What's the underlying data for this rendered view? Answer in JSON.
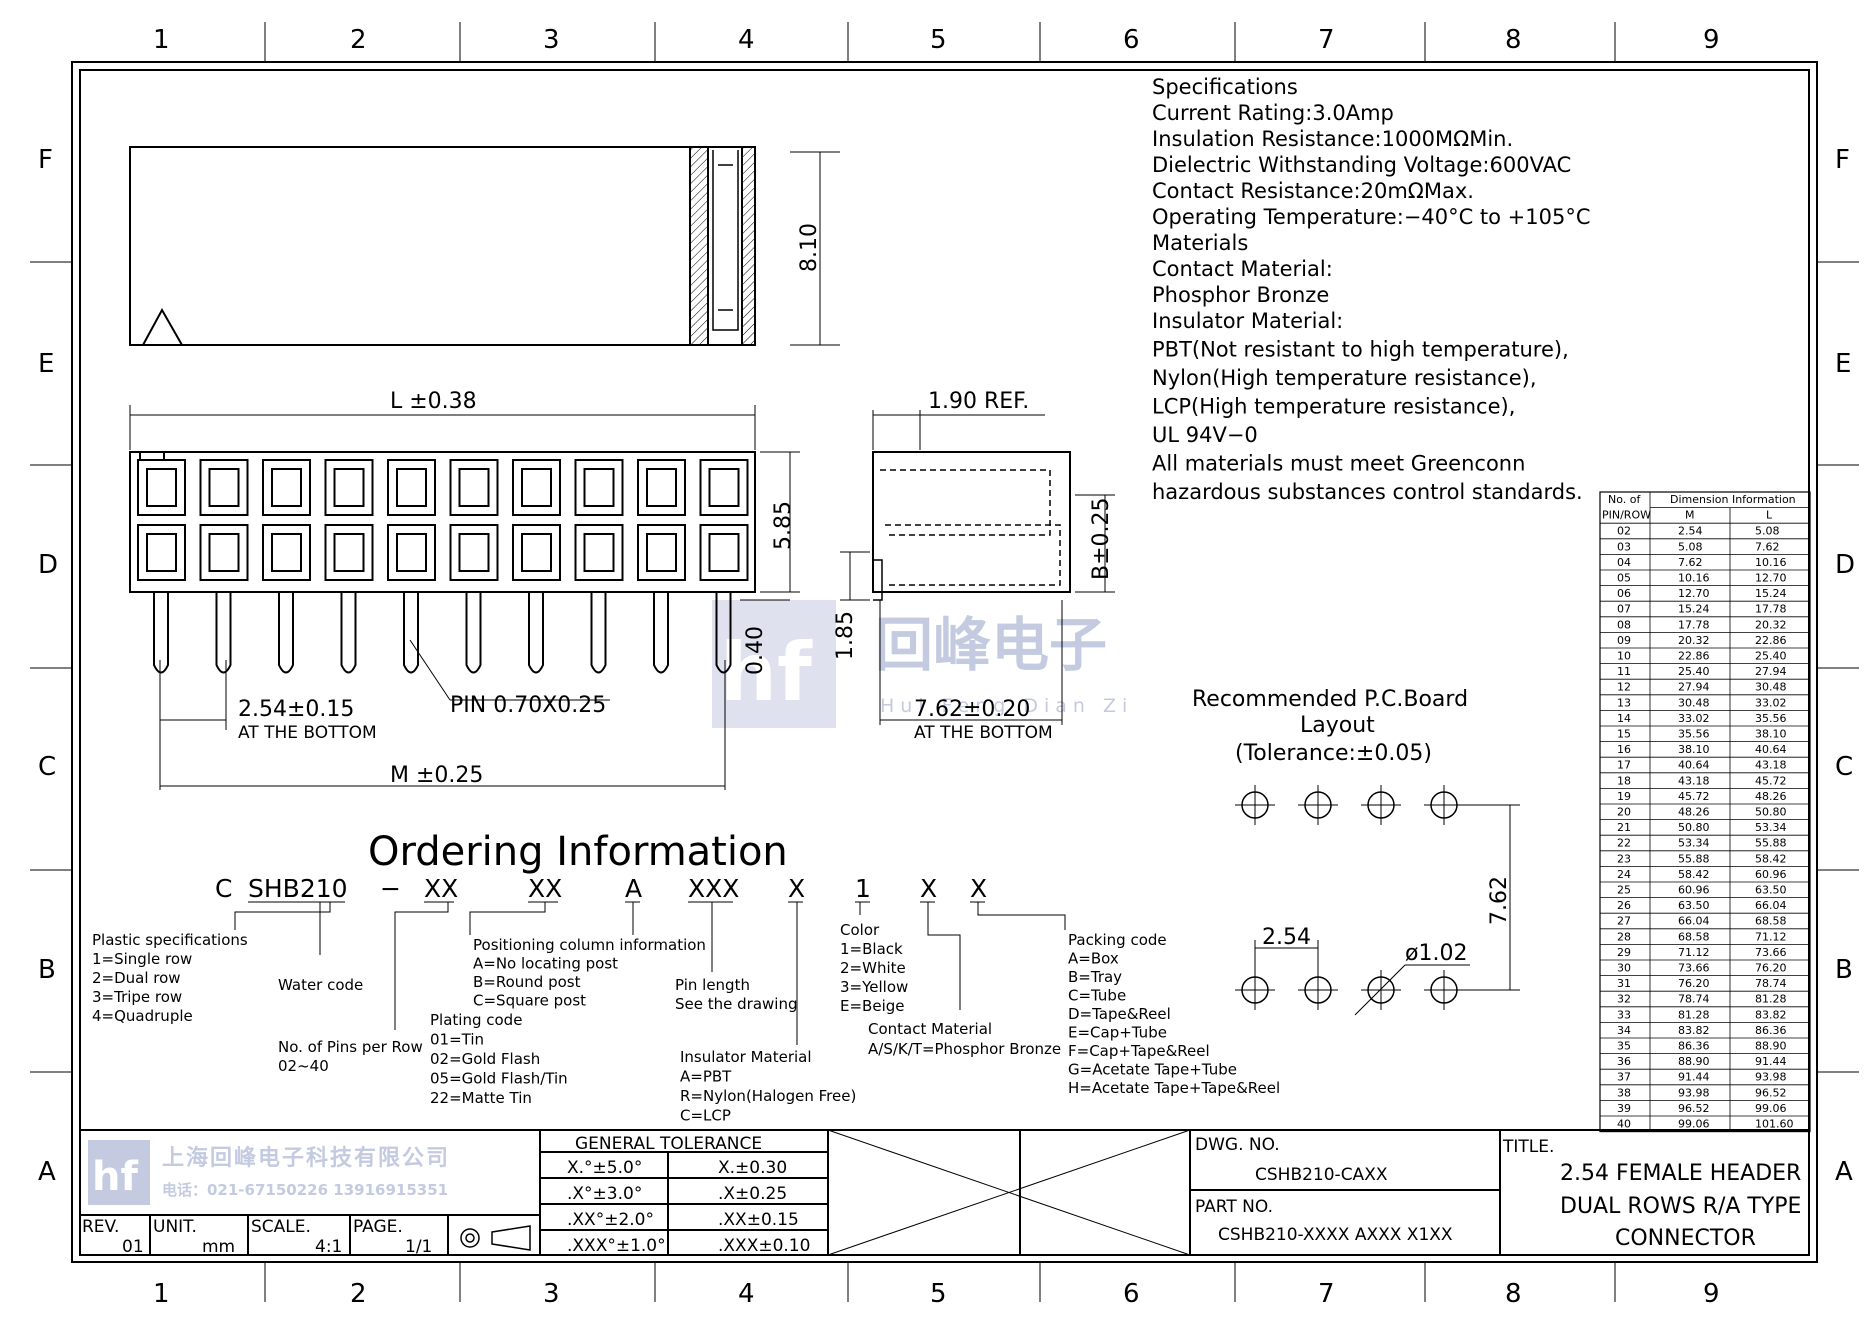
{
  "grid": {
    "columns": [
      "1",
      "2",
      "3",
      "4",
      "5",
      "6",
      "7",
      "8",
      "9"
    ],
    "rows": [
      "F",
      "E",
      "D",
      "C",
      "B",
      "A"
    ]
  },
  "dimensions": {
    "height": "8.10",
    "length": "L ±0.38",
    "ref": "1.90 REF.",
    "h585": "5.85",
    "b": "B±0.25",
    "h040": "0.40",
    "h185": "1.85",
    "pitch": "2.54±0.15",
    "pitch_note": "AT THE BOTTOM",
    "pin": "PIN 0.70X0.25",
    "row_pitch": "7.62±0.20",
    "row_note": "AT THE BOTTOM",
    "m": "M ±0.25"
  },
  "watermark": {
    "logo": "hf",
    "cn": "回峰电子",
    "pinyin": "Hui Feng Dian Zi"
  },
  "specs": [
    "Specifications",
    "Current Rating:3.0Amp",
    "Insulation Resistance:1000MΩMin.",
    "Dielectric Withstanding Voltage:600VAC",
    "Contact Resistance:20mΩMax.",
    "Operating Temperature:−40°C to +105°C",
    "Materials",
    "Contact Material:",
    "Phosphor Bronze",
    "Insulator Material:",
    "PBT(Not resistant to high temperature),",
    "Nylon(High temperature resistance),",
    "LCP(High temperature resistance),",
    "UL 94V−0",
    "All materials must meet Greenconn",
    "hazardous substances control standards."
  ],
  "pcb": {
    "title": [
      "Recommended P.C.Board",
      "Layout",
      "(Tolerance:±0.05)"
    ],
    "pitch": "2.54",
    "row": "7.62",
    "hole": "ø1.02"
  },
  "ordering": {
    "title": "Ordering Information",
    "code": [
      "C",
      "SHB210",
      "−",
      "XX",
      "XX",
      "A",
      "XXX",
      "X",
      "1",
      "X",
      "X"
    ],
    "plastic": [
      "Plastic specifications",
      "1=Single row",
      "2=Dual row",
      "3=Tripe row",
      "4=Quadruple"
    ],
    "water": "Water code",
    "pins": [
      "No. of Pins per Row",
      "02~40"
    ],
    "positioning": [
      "Positioning column information",
      "A=No locating post",
      "B=Round post",
      "C=Square post"
    ],
    "plating": [
      "Plating code",
      "01=Tin",
      "02=Gold Flash",
      "05=Gold Flash/Tin",
      "22=Matte Tin"
    ],
    "pin_length": [
      "Pin length",
      "See the drawing"
    ],
    "insulator": [
      "Insulator Material",
      "A=PBT",
      "R=Nylon(Halogen Free)",
      "C=LCP"
    ],
    "color": [
      "Color",
      "1=Black",
      "2=White",
      "3=Yellow",
      "E=Beige"
    ],
    "contact": [
      "Contact Material",
      "A/S/K/T=Phosphor Bronze"
    ],
    "packing": [
      "Packing code",
      "A=Box",
      "B=Tray",
      "C=Tube",
      "D=Tape&Reel",
      "E=Cap+Tube",
      "F=Cap+Tape&Reel",
      "G=Acetate Tape+Tube",
      "H=Acetate Tape+Tape&Reel"
    ]
  },
  "dim_table": {
    "header1": [
      "No. of",
      "Dimension Information"
    ],
    "header2": [
      "PIN/ROW",
      "M",
      "L"
    ],
    "rows": [
      [
        "02",
        "2.54",
        "5.08"
      ],
      [
        "03",
        "5.08",
        "7.62"
      ],
      [
        "04",
        "7.62",
        "10.16"
      ],
      [
        "05",
        "10.16",
        "12.70"
      ],
      [
        "06",
        "12.70",
        "15.24"
      ],
      [
        "07",
        "15.24",
        "17.78"
      ],
      [
        "08",
        "17.78",
        "20.32"
      ],
      [
        "09",
        "20.32",
        "22.86"
      ],
      [
        "10",
        "22.86",
        "25.40"
      ],
      [
        "11",
        "25.40",
        "27.94"
      ],
      [
        "12",
        "27.94",
        "30.48"
      ],
      [
        "13",
        "30.48",
        "33.02"
      ],
      [
        "14",
        "33.02",
        "35.56"
      ],
      [
        "15",
        "35.56",
        "38.10"
      ],
      [
        "16",
        "38.10",
        "40.64"
      ],
      [
        "17",
        "40.64",
        "43.18"
      ],
      [
        "18",
        "43.18",
        "45.72"
      ],
      [
        "19",
        "45.72",
        "48.26"
      ],
      [
        "20",
        "48.26",
        "50.80"
      ],
      [
        "21",
        "50.80",
        "53.34"
      ],
      [
        "22",
        "53.34",
        "55.88"
      ],
      [
        "23",
        "55.88",
        "58.42"
      ],
      [
        "24",
        "58.42",
        "60.96"
      ],
      [
        "25",
        "60.96",
        "63.50"
      ],
      [
        "26",
        "63.50",
        "66.04"
      ],
      [
        "27",
        "66.04",
        "68.58"
      ],
      [
        "28",
        "68.58",
        "71.12"
      ],
      [
        "29",
        "71.12",
        "73.66"
      ],
      [
        "30",
        "73.66",
        "76.20"
      ],
      [
        "31",
        "76.20",
        "78.74"
      ],
      [
        "32",
        "78.74",
        "81.28"
      ],
      [
        "33",
        "81.28",
        "83.82"
      ],
      [
        "34",
        "83.82",
        "86.36"
      ],
      [
        "35",
        "86.36",
        "88.90"
      ],
      [
        "36",
        "88.90",
        "91.44"
      ],
      [
        "37",
        "91.44",
        "93.98"
      ],
      [
        "38",
        "93.98",
        "96.52"
      ],
      [
        "39",
        "96.52",
        "99.06"
      ],
      [
        "40",
        "99.06",
        "101.60"
      ]
    ]
  },
  "title_block": {
    "company": "上海回峰电子科技有限公司",
    "phone": "电话：021-67150226  13916915351",
    "rev_label": "REV.",
    "rev": "01",
    "unit_label": "UNIT.",
    "unit": "mm",
    "scale_label": "SCALE.",
    "scale": "4:1",
    "page_label": "PAGE.",
    "page": "1/1",
    "tolerance_title": "GENERAL TOLERANCE",
    "tolerances": [
      [
        "X.°±5.0°",
        "X.±0.30"
      ],
      [
        ".X°±3.0°",
        ".X±0.25"
      ],
      [
        ".XX°±2.0°",
        ".XX±0.15"
      ],
      [
        ".XXX°±1.0°",
        ".XXX±0.10"
      ]
    ],
    "dwg_label": "DWG. NO.",
    "dwg": "CSHB210-CAXX",
    "part_label": "PART NO.",
    "part": "CSHB210-XXXX AXXX X1XX",
    "title_label": "TITLE.",
    "title": [
      "2.54 FEMALE HEADER",
      "DUAL ROWS R/A TYPE",
      "CONNECTOR"
    ]
  },
  "colors": {
    "line": "#000000",
    "watermark": "#c4cbe0"
  }
}
